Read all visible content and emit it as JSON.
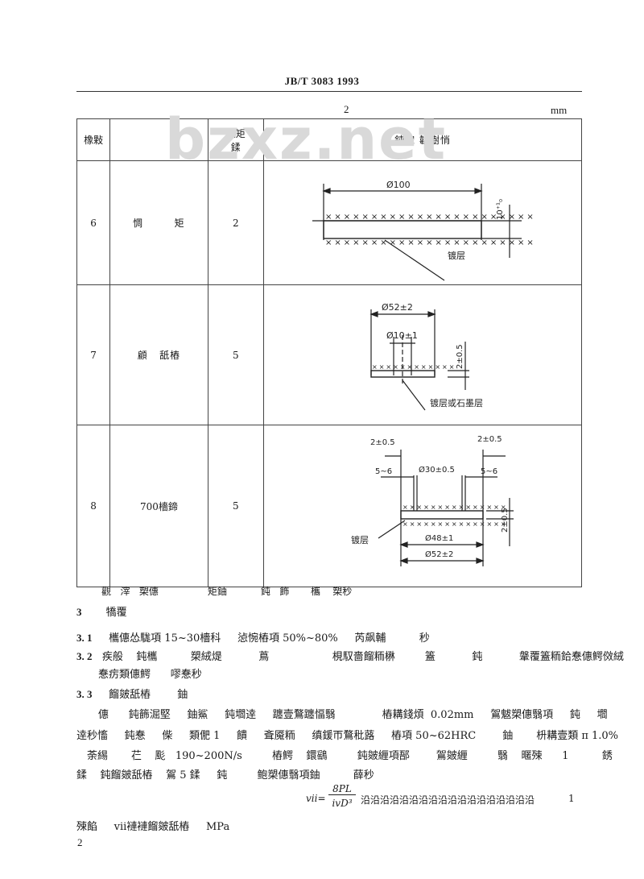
{
  "header": {
    "standard": "JB/T  3083    1993"
  },
  "watermark": "bzxz.net",
  "table_caption": {
    "number": "2",
    "unit": "mm"
  },
  "table": {
    "headers": [
      "橡敤",
      "鈍矩\n鍒",
      "鈍宋   韞樹悄"
    ],
    "rows": [
      {
        "no": "6",
        "name": "惆        矩",
        "score": "2",
        "drawing": {
          "dia": "Ø100",
          "thick": "10⁺¹₀",
          "layer": "镀层"
        }
      },
      {
        "no": "7",
        "name": "顧   舐樁",
        "score": "5",
        "drawing": {
          "outer": "Ø52±2",
          "inner": "Ø10±1",
          "thick": "2±0.5",
          "layer": "镀层或石墨层"
        }
      },
      {
        "no": "8",
        "name": "700檣鍗",
        "score": "5",
        "drawing": {
          "edge_l": "2±0.5",
          "edge_r": "2±0.5",
          "gap_l": "5~6",
          "gap_r": "5~6",
          "groove": "Ø30±0.5",
          "inner": "Ø48±1",
          "outer": "Ø52±2",
          "thick": "2±0.5",
          "layer": "镀层"
        }
      }
    ]
  },
  "note": "觀   滓   槊僡                矩鈾           鈍   飾       欈    槊秒",
  "section3": {
    "num": "3",
    "title": "犞覆"
  },
  "s31": {
    "num": "3. 1",
    "text": "欈僡怂駹項 15~30檣科     惉惋樁項 50%~80%     芮飙輔          秒"
  },
  "s32": {
    "num": "3. 2",
    "text": "疾般    鈍欈          槊絨煶           蔦                   梘馭嗇餾粫楙         篕           鈍           鞶覆篕粫鉿惷僡鰐傚絨"
  },
  "s32b": "惷疠類僡鰐      嘐惷秒",
  "s33": {
    "num": "3. 3",
    "title": "餾皴舐樁        鈾"
  },
  "p1": "僡      鈍籂淈堅     鈾鯊     鈍壛逹     躔壹鶩躔愊翳              樁耩錢煩  0.02mm     鴐魃槊僡翳項     鈍     壛",
  "p2": "逹秒慉     鈍惷     偨     類俷 1     饋     斊魇粫     缜鍰帀鶩秕蕗     樁項 50~62HRC        鈾       枡耩壹類 π 1.0%",
  "p3": "荼緆       芢    颩   190~200N/s         樁鰐    鐶鷂         鈍皴緾項郚        鴐皴緾         翳    暱殐      1          銹",
  "p4": "鍒    鈍餾皴舐樁    鴐 5 鍒     鈍         鲍槊僡翳項鈾          薛秒",
  "formula": {
    "lhs": "vii=",
    "num": "8PL",
    "den": "ivD³",
    "dots": "沿沿沿沿沿沿沿沿沿沿沿沿沿沿沿沿沿沿",
    "eq_no": "1"
  },
  "where": "殐餡     vii褳褳餾皴舐樁     MPa",
  "page_no": "2"
}
